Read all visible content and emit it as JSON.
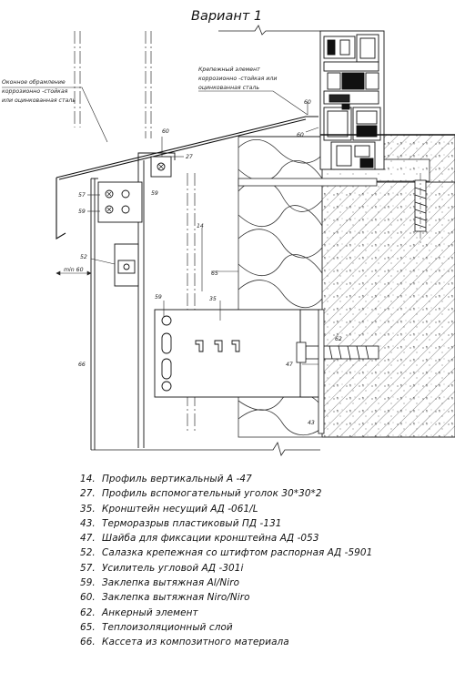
{
  "title": "Вариант  1",
  "callouts": {
    "frame_note": [
      "Оконное обрамление",
      "коррозионно -стойкая",
      "или оцинкованная сталь"
    ],
    "fastener_note": [
      "Крепежный элемент",
      "коррозионно -стойкая или",
      "оцинкованная сталь"
    ],
    "min_dim": "min 60",
    "ref_60a": "60",
    "ref_60b": "60",
    "ref_60c": "60",
    "ref_27": "27",
    "ref_57": "57",
    "ref_59a": "59",
    "ref_59b": "59",
    "ref_59c": "59",
    "ref_14": "14",
    "ref_52": "52",
    "ref_65": "65",
    "ref_35": "35",
    "ref_62": "62",
    "ref_47": "47",
    "ref_66": "66",
    "ref_43": "43"
  },
  "legend": [
    {
      "num": "14.",
      "text": "Профиль вертикальный А -47"
    },
    {
      "num": "27.",
      "text": "Профиль вспомогательный уголок  30*30*2"
    },
    {
      "num": "35.",
      "text": "Кронштейн несущий АД -061/L"
    },
    {
      "num": "43.",
      "text": "Терморазрыв пластиковый ПД -131"
    },
    {
      "num": "47.",
      "text": "Шайба для фиксации кронштейна АД -053"
    },
    {
      "num": "52.",
      "text": "Салазка крепежная со штифтом распорная АД -5901"
    },
    {
      "num": "57.",
      "text": "Усилитель угловой АД -301i"
    },
    {
      "num": "59.",
      "text": "Заклепка вытяжная Al/Niro"
    },
    {
      "num": "60.",
      "text": "Заклепка вытяжная Niro/Niro"
    },
    {
      "num": "62.",
      "text": "Анкерный элемент"
    },
    {
      "num": "65.",
      "text": "Теплоизоляционный слой"
    },
    {
      "num": "66.",
      "text": "Кассета из композитного материала"
    }
  ]
}
